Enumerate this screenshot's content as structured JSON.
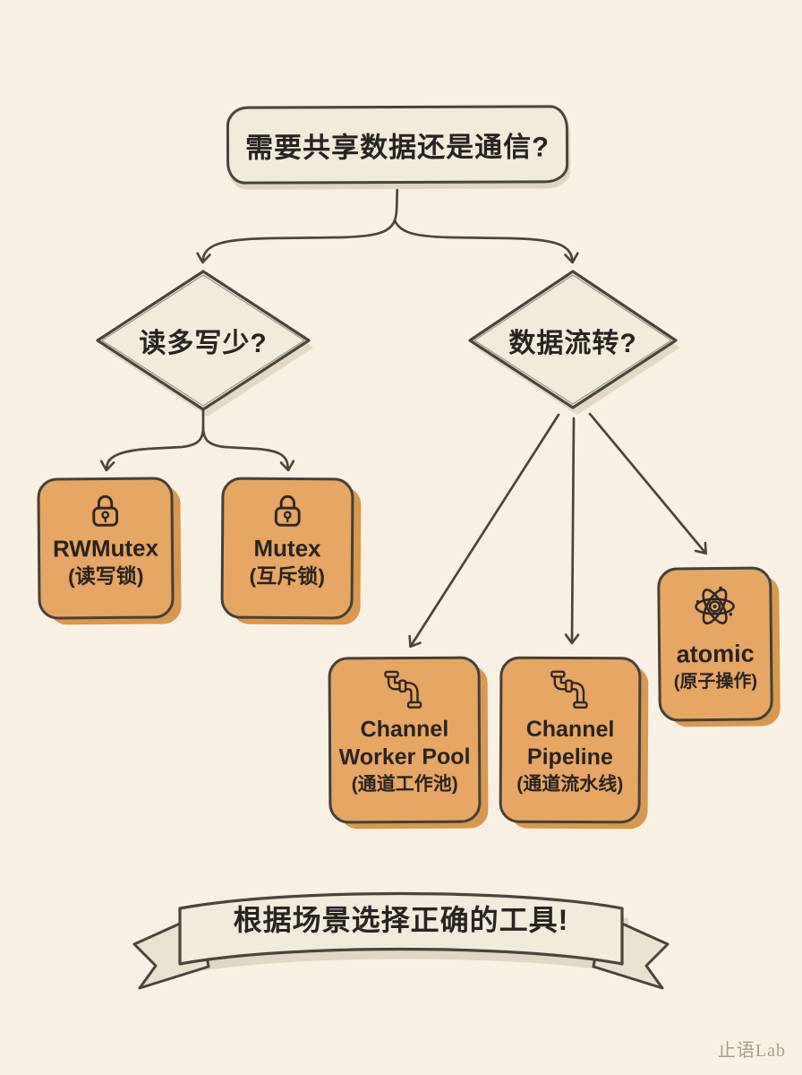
{
  "palette": {
    "background": "#f8f1e3",
    "ink": "#4a453d",
    "text": "#272420",
    "card_orange": "#e5a763",
    "card_orange_shadow": "#d8984f",
    "panel_fill": "#f1ebdc",
    "panel_shadow": "#ddd4c1",
    "watermark_color": "#a79d8d"
  },
  "flowchart": {
    "root_question": "需要共享数据还是通信?",
    "decisions": [
      {
        "id": "read-heavy",
        "text": "读多写少?"
      },
      {
        "id": "data-flow",
        "text": "数据流转?"
      }
    ],
    "tools": [
      {
        "id": "rwmutex",
        "icon": "lock-icon",
        "title": "RWMutex",
        "subtitle": "(读写锁)"
      },
      {
        "id": "mutex",
        "icon": "lock-icon",
        "title": "Mutex",
        "subtitle": "(互斥锁)"
      },
      {
        "id": "channel-worker-pool",
        "icon": "pipe-icon",
        "title": "Channel",
        "title2": "Worker Pool",
        "subtitle": "(通道工作池)"
      },
      {
        "id": "channel-pipeline",
        "icon": "pipe-icon",
        "title": "Channel",
        "title2": "Pipeline",
        "subtitle": "(通道流水线)"
      },
      {
        "id": "atomic",
        "icon": "atom-icon",
        "title": "atomic",
        "subtitle": "(原子操作)"
      }
    ],
    "edges": [
      {
        "from": "root-question",
        "to": "decision-read-heavy"
      },
      {
        "from": "root-question",
        "to": "decision-data-flow"
      },
      {
        "from": "decision-read-heavy",
        "to": "rwmutex"
      },
      {
        "from": "decision-read-heavy",
        "to": "mutex"
      },
      {
        "from": "decision-data-flow",
        "to": "channel-worker-pool"
      },
      {
        "from": "decision-data-flow",
        "to": "channel-pipeline"
      },
      {
        "from": "decision-data-flow",
        "to": "atomic"
      }
    ]
  },
  "banner": {
    "text": "根据场景选择正确的工具!"
  },
  "watermark": {
    "text": "止语Lab"
  }
}
